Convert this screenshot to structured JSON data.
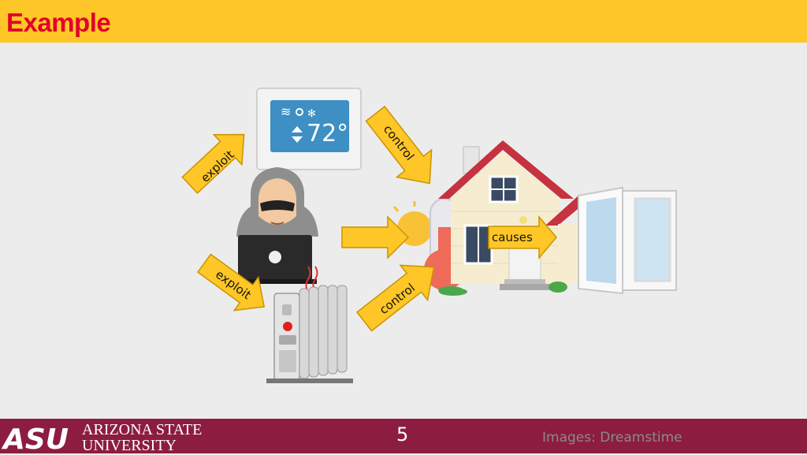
{
  "header": {
    "title": "Example",
    "background": "#ffc627",
    "title_color": "#e0002a"
  },
  "thermostat": {
    "temperature": "72°",
    "icons": [
      "air-flow-icon",
      "sun-icon",
      "snowflake-icon"
    ]
  },
  "arrows": {
    "exploit_top": "exploit",
    "exploit_bottom": "exploit",
    "control_top": "control",
    "control_bottom": "control",
    "causes": "causes"
  },
  "footer": {
    "logo_text_line1": "ARIZONA STATE",
    "logo_text_line2": "UNIVERSITY",
    "logo_mark": "ASU",
    "page_number": "5",
    "credit": "Images: Dreamstime",
    "background": "#8c1d40"
  },
  "colors": {
    "arrow_fill": "#ffc627",
    "arrow_stroke": "#c89400"
  }
}
